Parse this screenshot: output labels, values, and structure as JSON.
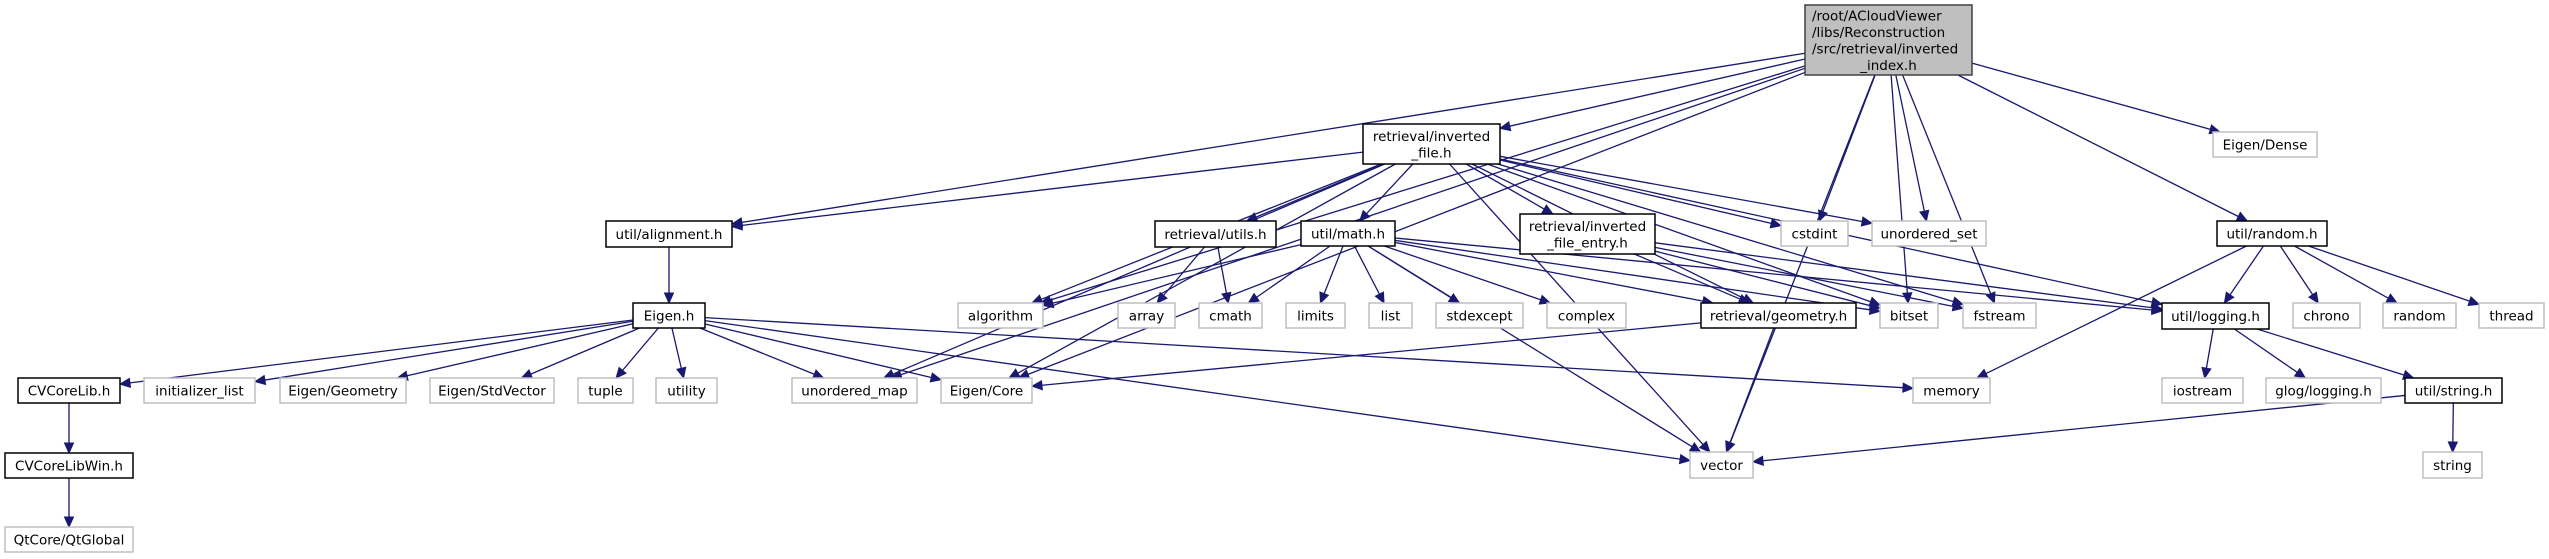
{
  "title": "Include dependency graph for inverted_index.h",
  "colors": {
    "edge": "#191970",
    "focus_fill": "#bfbfbf",
    "documented_border": "#000000",
    "external_border": "#bfbfbf"
  },
  "nodes": [
    {
      "id": "root",
      "kind": "focus",
      "lines": [
        "/root/ACloudViewer",
        "/libs/Reconstruction",
        "/src/retrieval/inverted",
        "_index.h"
      ]
    },
    {
      "id": "inverted_file",
      "kind": "doc",
      "lines": [
        "retrieval/inverted",
        "_file.h"
      ]
    },
    {
      "id": "eigen_dense",
      "kind": "ext",
      "lines": [
        "Eigen/Dense"
      ]
    },
    {
      "id": "alignment",
      "kind": "doc",
      "lines": [
        "util/alignment.h"
      ]
    },
    {
      "id": "utils",
      "kind": "doc",
      "lines": [
        "retrieval/utils.h"
      ]
    },
    {
      "id": "math",
      "kind": "doc",
      "lines": [
        "util/math.h"
      ]
    },
    {
      "id": "file_entry",
      "kind": "doc",
      "lines": [
        "retrieval/inverted",
        "_file_entry.h"
      ]
    },
    {
      "id": "cstdint",
      "kind": "ext",
      "lines": [
        "cstdint"
      ]
    },
    {
      "id": "unordered_set",
      "kind": "ext",
      "lines": [
        "unordered_set"
      ]
    },
    {
      "id": "random_h",
      "kind": "doc",
      "lines": [
        "util/random.h"
      ]
    },
    {
      "id": "eigen_h",
      "kind": "doc",
      "lines": [
        "Eigen.h"
      ]
    },
    {
      "id": "algorithm",
      "kind": "ext",
      "lines": [
        "algorithm"
      ]
    },
    {
      "id": "array",
      "kind": "ext",
      "lines": [
        "array"
      ]
    },
    {
      "id": "cmath",
      "kind": "ext",
      "lines": [
        "cmath"
      ]
    },
    {
      "id": "limits",
      "kind": "ext",
      "lines": [
        "limits"
      ]
    },
    {
      "id": "list",
      "kind": "ext",
      "lines": [
        "list"
      ]
    },
    {
      "id": "stdexcept",
      "kind": "ext",
      "lines": [
        "stdexcept"
      ]
    },
    {
      "id": "complex",
      "kind": "ext",
      "lines": [
        "complex"
      ]
    },
    {
      "id": "geometry",
      "kind": "doc",
      "lines": [
        "retrieval/geometry.h"
      ]
    },
    {
      "id": "bitset",
      "kind": "ext",
      "lines": [
        "bitset"
      ]
    },
    {
      "id": "fstream",
      "kind": "ext",
      "lines": [
        "fstream"
      ]
    },
    {
      "id": "logging",
      "kind": "doc",
      "lines": [
        "util/logging.h"
      ]
    },
    {
      "id": "chrono",
      "kind": "ext",
      "lines": [
        "chrono"
      ]
    },
    {
      "id": "random",
      "kind": "ext",
      "lines": [
        "random"
      ]
    },
    {
      "id": "thread",
      "kind": "ext",
      "lines": [
        "thread"
      ]
    },
    {
      "id": "cvcorelib",
      "kind": "doc",
      "lines": [
        "CVCoreLib.h"
      ]
    },
    {
      "id": "initializer_list",
      "kind": "ext",
      "lines": [
        "initializer_list"
      ]
    },
    {
      "id": "eigen_geometry",
      "kind": "ext",
      "lines": [
        "Eigen/Geometry"
      ]
    },
    {
      "id": "eigen_stdvector",
      "kind": "ext",
      "lines": [
        "Eigen/StdVector"
      ]
    },
    {
      "id": "tuple",
      "kind": "ext",
      "lines": [
        "tuple"
      ]
    },
    {
      "id": "utility",
      "kind": "ext",
      "lines": [
        "utility"
      ]
    },
    {
      "id": "unordered_map",
      "kind": "ext",
      "lines": [
        "unordered_map"
      ]
    },
    {
      "id": "eigen_core",
      "kind": "ext",
      "lines": [
        "Eigen/Core"
      ]
    },
    {
      "id": "memory",
      "kind": "ext",
      "lines": [
        "memory"
      ]
    },
    {
      "id": "iostream",
      "kind": "ext",
      "lines": [
        "iostream"
      ]
    },
    {
      "id": "glog",
      "kind": "ext",
      "lines": [
        "glog/logging.h"
      ]
    },
    {
      "id": "string_h",
      "kind": "doc",
      "lines": [
        "util/string.h"
      ]
    },
    {
      "id": "cvcorelibwin",
      "kind": "doc",
      "lines": [
        "CVCoreLibWin.h"
      ]
    },
    {
      "id": "vector",
      "kind": "ext",
      "lines": [
        "vector"
      ]
    },
    {
      "id": "string",
      "kind": "ext",
      "lines": [
        "string"
      ]
    },
    {
      "id": "qtglobal",
      "kind": "ext",
      "lines": [
        "QtCore/QtGlobal"
      ]
    }
  ],
  "edges": [
    [
      "root",
      "inverted_file"
    ],
    [
      "root",
      "eigen_dense"
    ],
    [
      "root",
      "alignment"
    ],
    [
      "root",
      "cstdint"
    ],
    [
      "root",
      "unordered_set"
    ],
    [
      "root",
      "random_h"
    ],
    [
      "root",
      "algorithm"
    ],
    [
      "root",
      "unordered_map"
    ],
    [
      "root",
      "eigen_core"
    ],
    [
      "root",
      "bitset"
    ],
    [
      "root",
      "fstream"
    ],
    [
      "root",
      "vector"
    ],
    [
      "inverted_file",
      "alignment"
    ],
    [
      "inverted_file",
      "utils"
    ],
    [
      "inverted_file",
      "math"
    ],
    [
      "inverted_file",
      "file_entry"
    ],
    [
      "inverted_file",
      "cstdint"
    ],
    [
      "inverted_file",
      "unordered_set"
    ],
    [
      "inverted_file",
      "algorithm"
    ],
    [
      "inverted_file",
      "unordered_map"
    ],
    [
      "inverted_file",
      "eigen_core"
    ],
    [
      "inverted_file",
      "geometry"
    ],
    [
      "inverted_file",
      "bitset"
    ],
    [
      "inverted_file",
      "fstream"
    ],
    [
      "inverted_file",
      "logging"
    ],
    [
      "inverted_file",
      "vector"
    ],
    [
      "alignment",
      "eigen_h"
    ],
    [
      "utils",
      "array"
    ],
    [
      "utils",
      "cmath"
    ],
    [
      "math",
      "algorithm"
    ],
    [
      "math",
      "cmath"
    ],
    [
      "math",
      "limits"
    ],
    [
      "math",
      "list"
    ],
    [
      "math",
      "stdexcept"
    ],
    [
      "math",
      "complex"
    ],
    [
      "math",
      "geometry"
    ],
    [
      "math",
      "bitset"
    ],
    [
      "math",
      "logging"
    ],
    [
      "math",
      "vector"
    ],
    [
      "file_entry",
      "geometry"
    ],
    [
      "file_entry",
      "bitset"
    ],
    [
      "file_entry",
      "fstream"
    ],
    [
      "file_entry",
      "logging"
    ],
    [
      "random_h",
      "logging"
    ],
    [
      "random_h",
      "chrono"
    ],
    [
      "random_h",
      "random"
    ],
    [
      "random_h",
      "thread"
    ],
    [
      "random_h",
      "memory"
    ],
    [
      "eigen_h",
      "cvcorelib"
    ],
    [
      "eigen_h",
      "initializer_list"
    ],
    [
      "eigen_h",
      "eigen_geometry"
    ],
    [
      "eigen_h",
      "eigen_stdvector"
    ],
    [
      "eigen_h",
      "tuple"
    ],
    [
      "eigen_h",
      "utility"
    ],
    [
      "eigen_h",
      "unordered_map"
    ],
    [
      "eigen_h",
      "eigen_core"
    ],
    [
      "eigen_h",
      "memory"
    ],
    [
      "eigen_h",
      "vector"
    ],
    [
      "geometry",
      "eigen_core"
    ],
    [
      "geometry",
      "vector"
    ],
    [
      "logging",
      "iostream"
    ],
    [
      "logging",
      "glog"
    ],
    [
      "logging",
      "string_h"
    ],
    [
      "string_h",
      "vector"
    ],
    [
      "string_h",
      "string"
    ],
    [
      "cvcorelib",
      "cvcorelibwin"
    ],
    [
      "cvcorelibwin",
      "qtglobal"
    ]
  ]
}
